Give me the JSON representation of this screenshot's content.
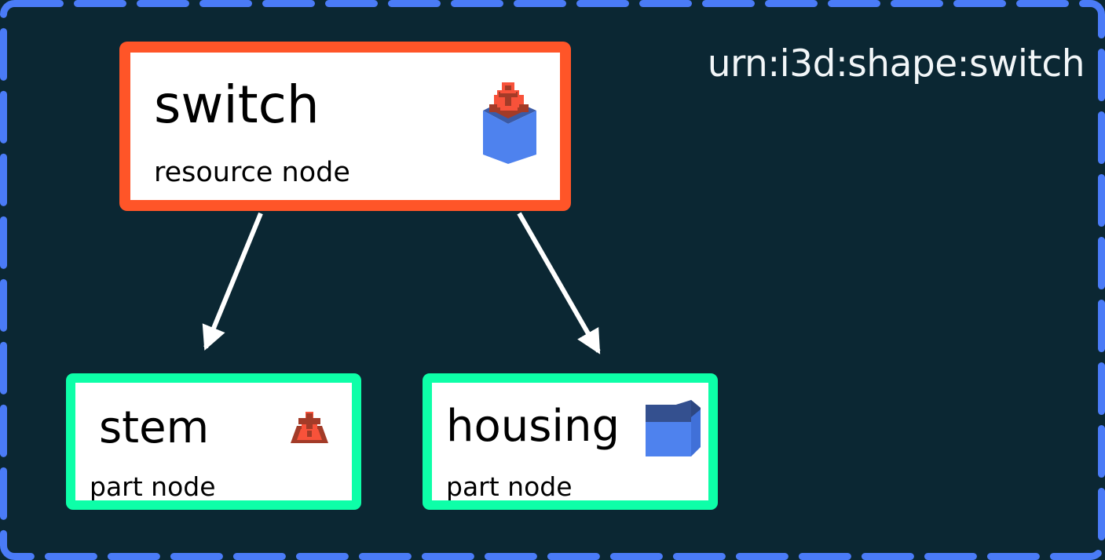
{
  "graph": {
    "title": "urn:i3d:shape:switch",
    "background_color": "#0b2733",
    "frame_dash_color": "#4a7bf7",
    "edge_color": "#ffffff"
  },
  "nodes": [
    {
      "id": "switch",
      "label": "switch",
      "kind": "resource node",
      "accent_color": "#ff5528",
      "icon": "switch-cube-icon"
    },
    {
      "id": "stem",
      "label": "stem",
      "kind": "part node",
      "accent_color": "#0dffa8",
      "icon": "stem-keycap-icon"
    },
    {
      "id": "housing",
      "label": "housing",
      "kind": "part node",
      "accent_color": "#0dffa8",
      "icon": "housing-cube-icon"
    }
  ],
  "edges": [
    {
      "from": "switch",
      "to": "stem"
    },
    {
      "from": "switch",
      "to": "housing"
    }
  ]
}
